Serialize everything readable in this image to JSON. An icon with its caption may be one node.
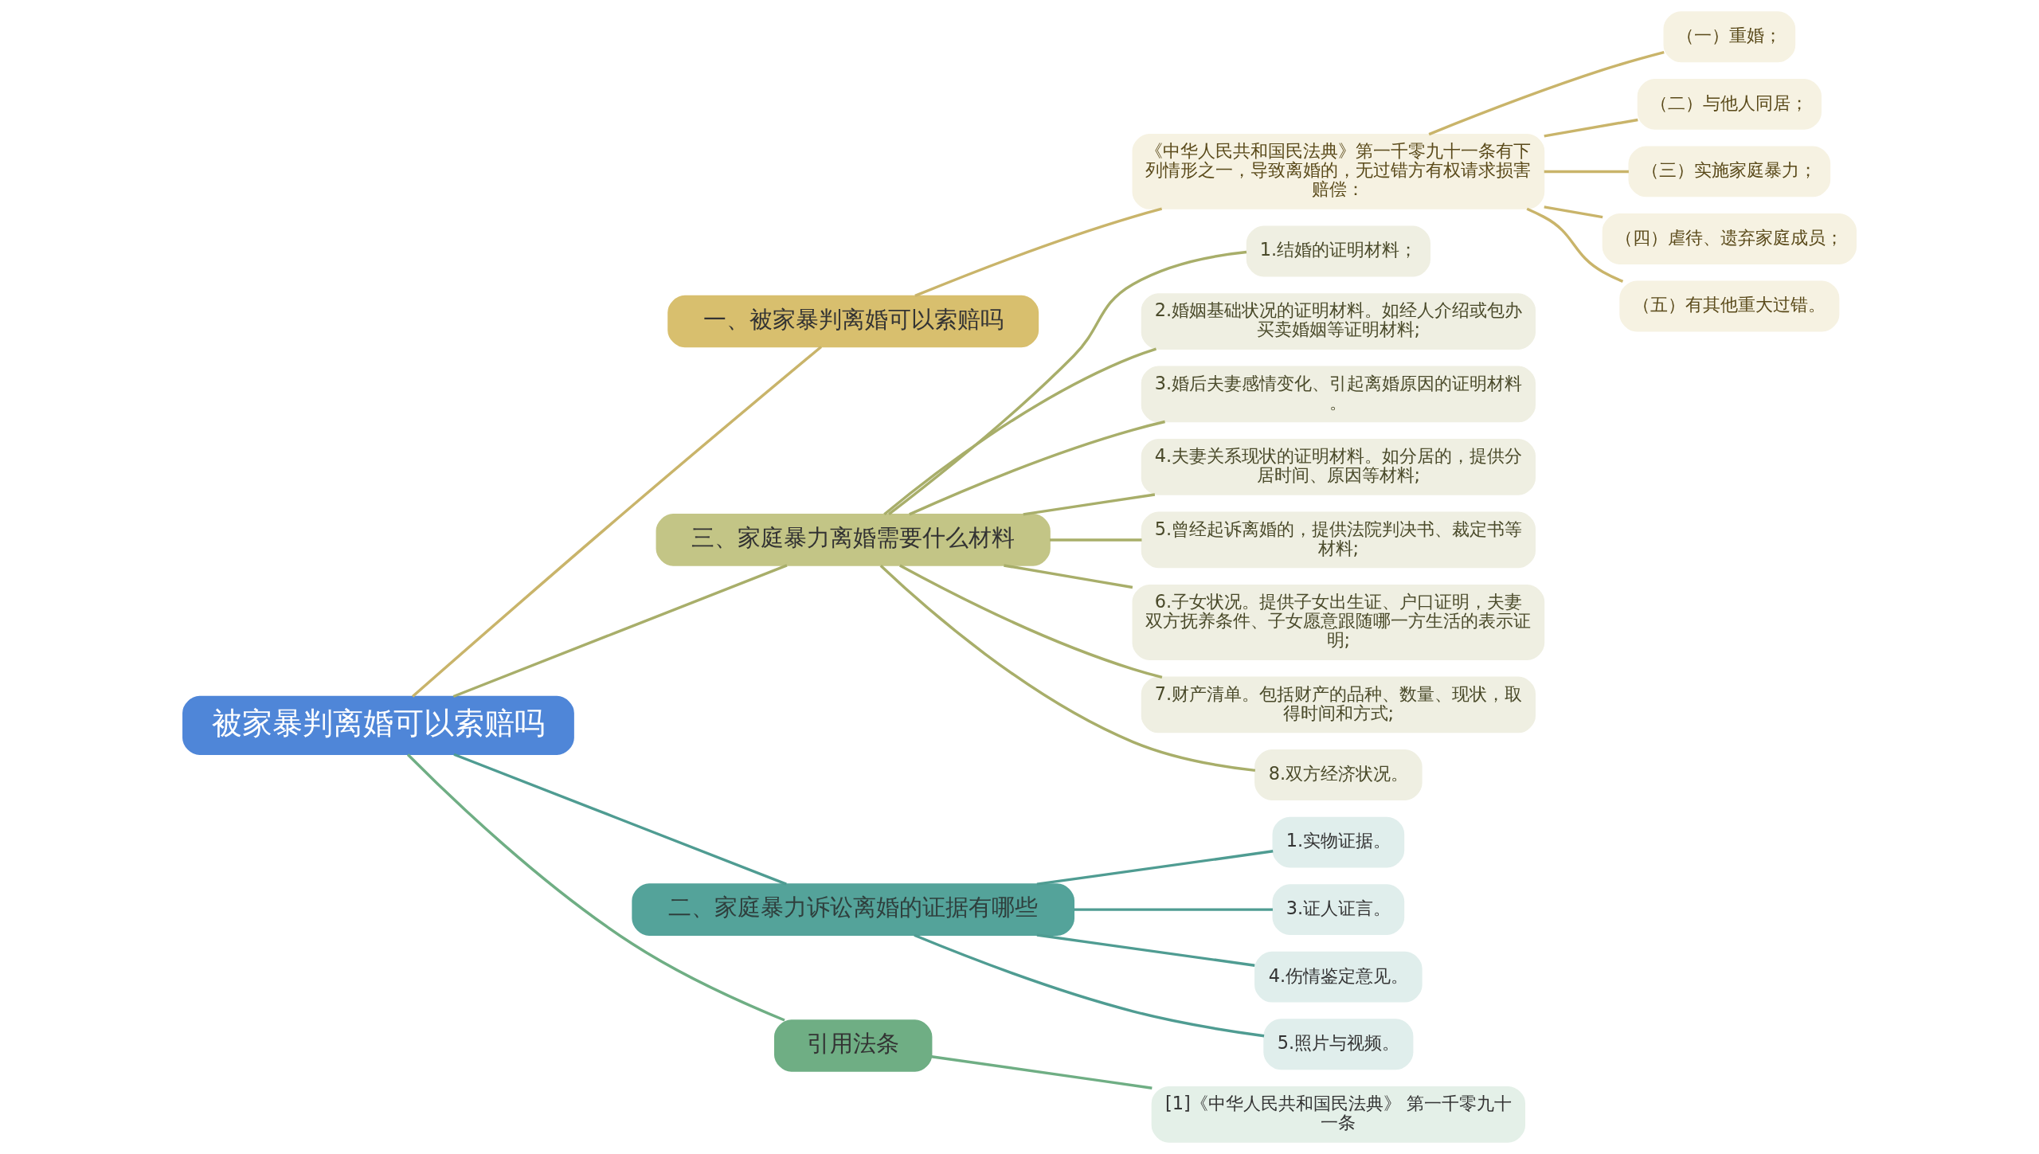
{
  "diagram": {
    "nodes": [
      {
        "text": [
          "被家暴判离婚可以索赔吗"
        ]
      },
      {
        "text": [
          "一、被家暴判离婚可以索赔吗"
        ]
      },
      {
        "text": [
          "《中华人民共和国民法典》第一千零九十一条有下列情形之一，导致离婚的，无过错方有权请求损害赔偿："
        ]
      },
      {
        "text": [
          "（一）重婚；"
        ]
      },
      {
        "text": [
          "（二）与他人同居；"
        ]
      },
      {
        "text": [
          "（三）实施家庭暴力；"
        ]
      },
      {
        "text": [
          "（四）虐待、遗弃家庭成员；"
        ]
      },
      {
        "text": [
          "（五）有其他重大过错。"
        ]
      },
      {
        "text": [
          "三、家庭暴力离婚需要什么材料"
        ]
      },
      {
        "text": [
          "1.结婚的证明材料；"
        ]
      },
      {
        "text": [
          "2.婚姻基础状况的证明材料。如经人介绍或包办买卖婚姻等证明材料;"
        ]
      },
      {
        "text": [
          "3.婚后夫妻感情变化、引起离婚原因的证明材料。"
        ]
      },
      {
        "text": [
          "4.夫妻关系现状的证明材料。如分居的，提供分居时间、原因等材料;"
        ]
      },
      {
        "text": [
          "5.曾经起诉离婚的，提供法院判决书、裁定书等材料;"
        ]
      },
      {
        "text": [
          "6.子女状况。提供子女出生证、户口证明，夫妻双方抚养条件、子女愿意跟随哪一方生活的表示证明;"
        ]
      },
      {
        "text": [
          "7.财产清单。包括财产的品种、数量、现状，取得时间和方式;"
        ]
      },
      {
        "text": [
          "8.双方经济状况。"
        ]
      },
      {
        "text": [
          "二、家庭暴力诉讼离婚的证据有哪些"
        ]
      },
      {
        "text": [
          "1.实物证据。"
        ]
      },
      {
        "text": [
          "3.证人证言。"
        ]
      },
      {
        "text": [
          "4.伤情鉴定意见。"
        ]
      },
      {
        "text": [
          "5.照片与视频。"
        ]
      },
      {
        "text": [
          "引用法条"
        ]
      },
      {
        "text": [
          "[1]《中华人民共和国民法典》 第一千零九十一条"
        ]
      }
    ],
    "edges": [
      {
        "from": 0,
        "to": 1,
        "arrow": "none",
        "color": "#c9b46a"
      },
      {
        "from": 1,
        "to": 2,
        "arrow": "none",
        "color": "#c9b46a"
      },
      {
        "from": 2,
        "to": 3,
        "arrow": "none",
        "color": "#c9b46a"
      },
      {
        "from": 2,
        "to": 4,
        "arrow": "none",
        "color": "#c9b46a"
      },
      {
        "from": 2,
        "to": 5,
        "arrow": "none",
        "color": "#c9b46a"
      },
      {
        "from": 2,
        "to": 6,
        "arrow": "none",
        "color": "#c9b46a"
      },
      {
        "from": 2,
        "to": 7,
        "arrow": "none",
        "color": "#c9b46a"
      },
      {
        "from": 0,
        "to": 8,
        "arrow": "none"
      },
      {
        "from": 8,
        "to": 9,
        "arrow": "none"
      },
      {
        "from": 8,
        "to": 10,
        "arrow": "none"
      },
      {
        "from": 8,
        "to": 11,
        "arrow": "none"
      },
      {
        "from": 8,
        "to": 12,
        "arrow": "none"
      },
      {
        "from": 8,
        "to": 13,
        "arrow": "none"
      },
      {
        "from": 8,
        "to": 14,
        "arrow": "none"
      },
      {
        "from": 8,
        "to": 15,
        "arrow": "none"
      },
      {
        "from": 8,
        "to": 16,
        "arrow": "none"
      },
      {
        "from": 0,
        "to": 17,
        "arrow": "none",
        "color": "#4f9c92"
      },
      {
        "from": 17,
        "to": 18,
        "arrow": "none",
        "color": "#4f9c92"
      },
      {
        "from": 17,
        "to": 19,
        "arrow": "none",
        "color": "#4f9c92"
      },
      {
        "from": 17,
        "to": 20,
        "arrow": "none",
        "color": "#4f9c92"
      },
      {
        "from": 17,
        "to": 21,
        "arrow": "none",
        "color": "#4f9c92"
      },
      {
        "from": 0,
        "to": 22,
        "arrow": "none",
        "color": "#6fae84"
      },
      {
        "from": 22,
        "to": 23,
        "arrow": "none",
        "color": "#6fae84"
      }
    ]
  }
}
